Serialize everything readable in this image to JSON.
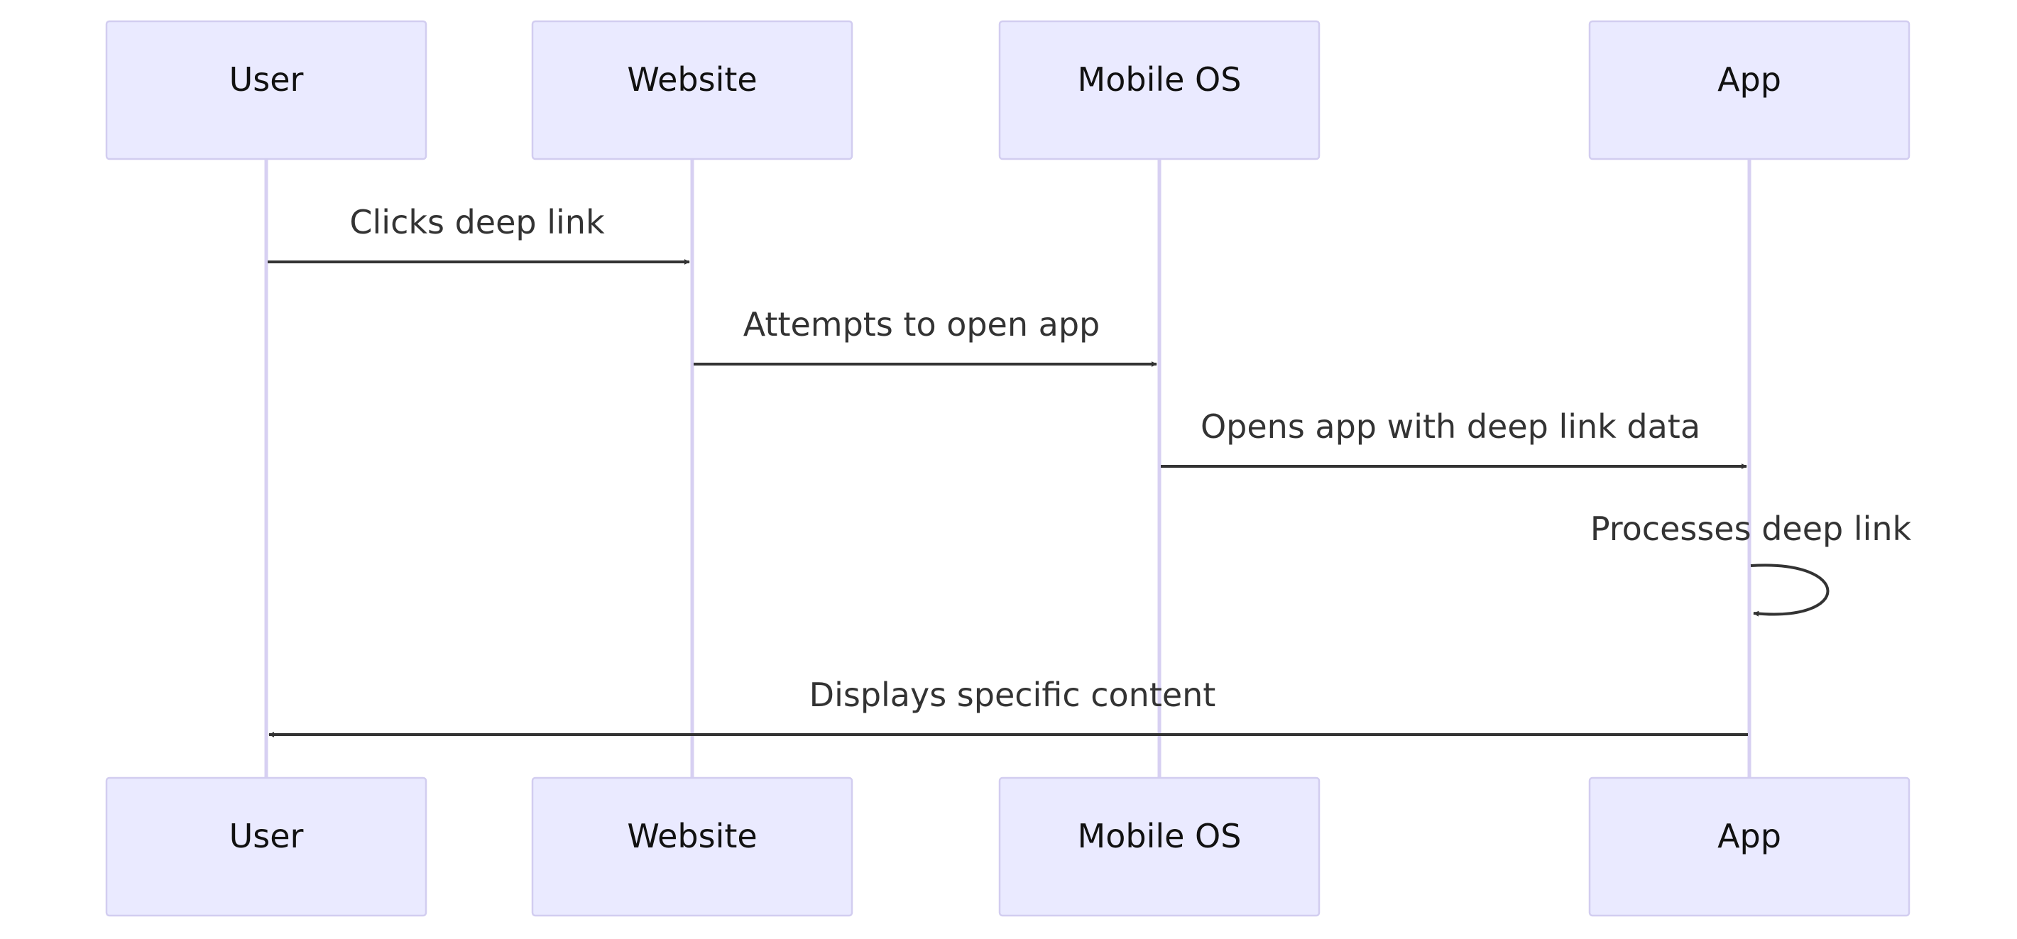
{
  "participants": [
    {
      "id": "user",
      "label": "User"
    },
    {
      "id": "website",
      "label": "Website"
    },
    {
      "id": "mobile_os",
      "label": "Mobile OS"
    },
    {
      "id": "app",
      "label": "App"
    }
  ],
  "messages": [
    {
      "from": "user",
      "to": "website",
      "label": "Clicks deep link"
    },
    {
      "from": "website",
      "to": "mobile_os",
      "label": "Attempts to open app"
    },
    {
      "from": "mobile_os",
      "to": "app",
      "label": "Opens app with deep link data"
    },
    {
      "from": "app",
      "to": "app",
      "label": "Processes deep link"
    },
    {
      "from": "app",
      "to": "user",
      "label": "Displays specific content"
    }
  ],
  "colors": {
    "actor_fill": "#eaeaff",
    "actor_stroke": "#d2cdf0",
    "lifeline": "#d7d0f2",
    "message": "#333333"
  }
}
